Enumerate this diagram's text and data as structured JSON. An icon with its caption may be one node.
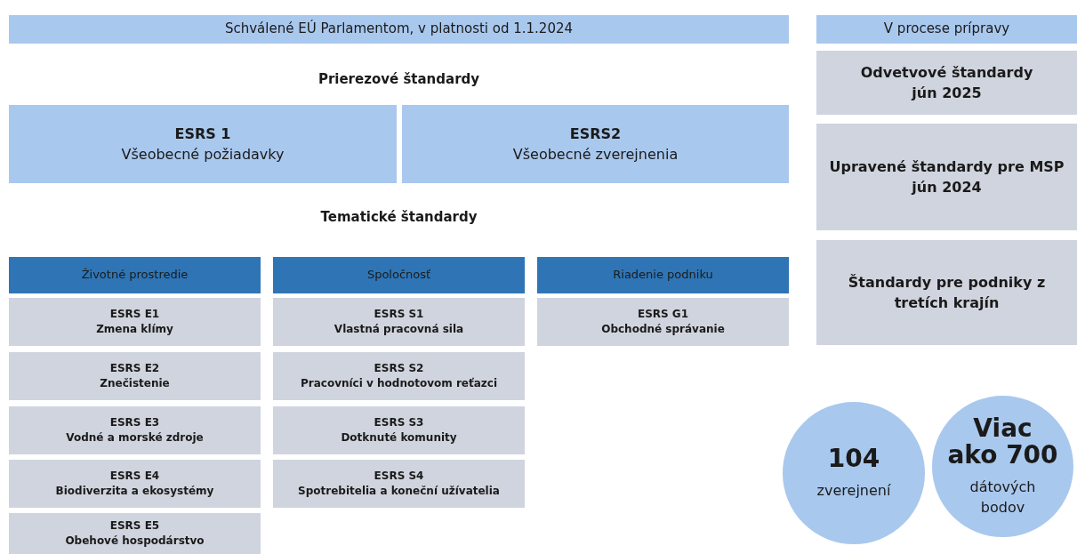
{
  "diagram": {
    "nodes": [
      {
        "text": [
          "Schválené EÚ Parlamentom, v platnosti od 1.1.2024"
        ]
      },
      {
        "text": [
          "V procese prípravy"
        ]
      },
      {
        "text": [
          "ESRS 1",
          "Všeobecné požiadavky"
        ]
      },
      {
        "text": [
          "ESRS2",
          "Všeobecné zverejnenia"
        ]
      },
      {
        "text": [
          "Odvetvové štandardy",
          "jún 2025"
        ]
      },
      {
        "text": [
          "Upravené štandardy pre MSP",
          "jún 2024"
        ]
      },
      {
        "text": [
          "Životné prostredie"
        ]
      },
      {
        "text": [
          "Spoločnosť"
        ]
      },
      {
        "text": [
          "Riadenie podniku"
        ]
      },
      {
        "text": [
          "Štandardy pre podniky z tretích krajín"
        ]
      },
      {
        "text": [
          "ESRS E1",
          "Zmena klímy"
        ]
      },
      {
        "text": [
          "ESRS S1",
          "Vlastná pracovná sila"
        ]
      },
      {
        "text": [
          "ESRS G1",
          "Obchodné správanie"
        ]
      },
      {
        "text": [
          "ESRS E2",
          "Znečistenie"
        ]
      },
      {
        "text": [
          "ESRS S2",
          "Pracovníci v hodnotovom reťazci"
        ]
      },
      {
        "text": [
          "ESRS E3",
          "Vodné a morské zdroje"
        ]
      },
      {
        "text": [
          "ESRS S3",
          "Dotknuté komunity"
        ]
      },
      {
        "text": [
          "ESRS E4",
          "Biodiverzita a ekosystémy"
        ]
      },
      {
        "text": [
          "ESRS S4",
          "Spotrebitelia a koneční užívatelia"
        ]
      },
      {
        "text": [
          "104",
          "zverejnení"
        ]
      },
      {
        "text": [
          "Viac ako 700",
          "dátových bodov"
        ]
      },
      {
        "text": [
          "ESRS E5",
          "Obehové hospodárstvo"
        ]
      }
    ],
    "edges": [],
    "labels": [
      "Prierezové štandardy",
      "Tematické štandardy"
    ]
  }
}
